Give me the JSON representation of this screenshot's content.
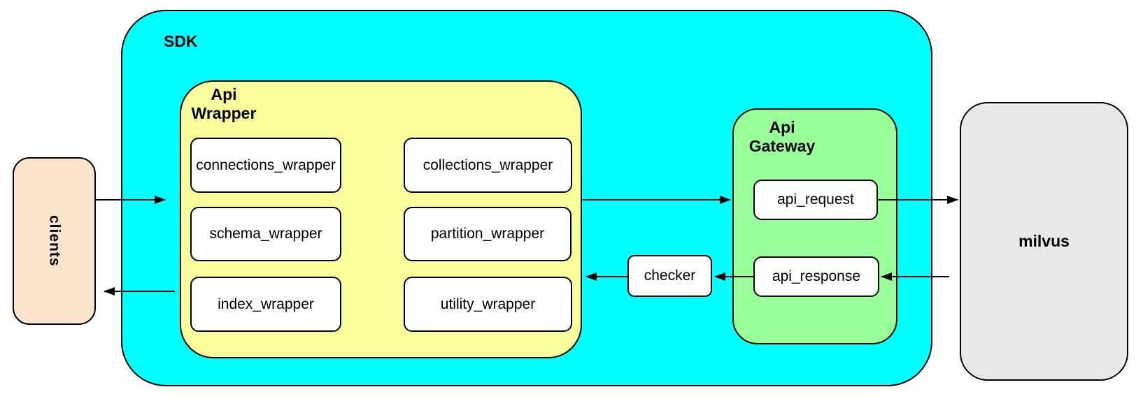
{
  "colors": {
    "sdk_fill": "#00FFFF",
    "api_wrapper_fill": "#FAFF9E",
    "api_gateway_fill": "#99FF99",
    "clients_fill": "#FCE3CB",
    "milvus_fill": "#E8E8E8",
    "node_fill": "#FFFFFF",
    "border": "#000000"
  },
  "nodes": {
    "clients": "clients",
    "sdk": "SDK",
    "api_wrapper": "Api\nWrapper",
    "connections_wrapper": "connections_wrapper",
    "collections_wrapper": "collections_wrapper",
    "schema_wrapper": "schema_wrapper",
    "partition_wrapper": "partition_wrapper",
    "index_wrapper": "index_wrapper",
    "utility_wrapper": "utility_wrapper",
    "checker": "checker",
    "api_gateway": "Api\nGateway",
    "api_request": "api_request",
    "api_response": "api_response",
    "milvus": "milvus"
  },
  "connections": [
    {
      "from": "clients",
      "to": "sdk"
    },
    {
      "from": "api_wrapper",
      "to": "api_gateway"
    },
    {
      "from": "api_request",
      "to": "milvus"
    },
    {
      "from": "milvus",
      "to": "api_response"
    },
    {
      "from": "api_response",
      "to": "checker"
    },
    {
      "from": "checker",
      "to": "api_wrapper"
    },
    {
      "from": "api_wrapper",
      "to": "clients"
    }
  ]
}
